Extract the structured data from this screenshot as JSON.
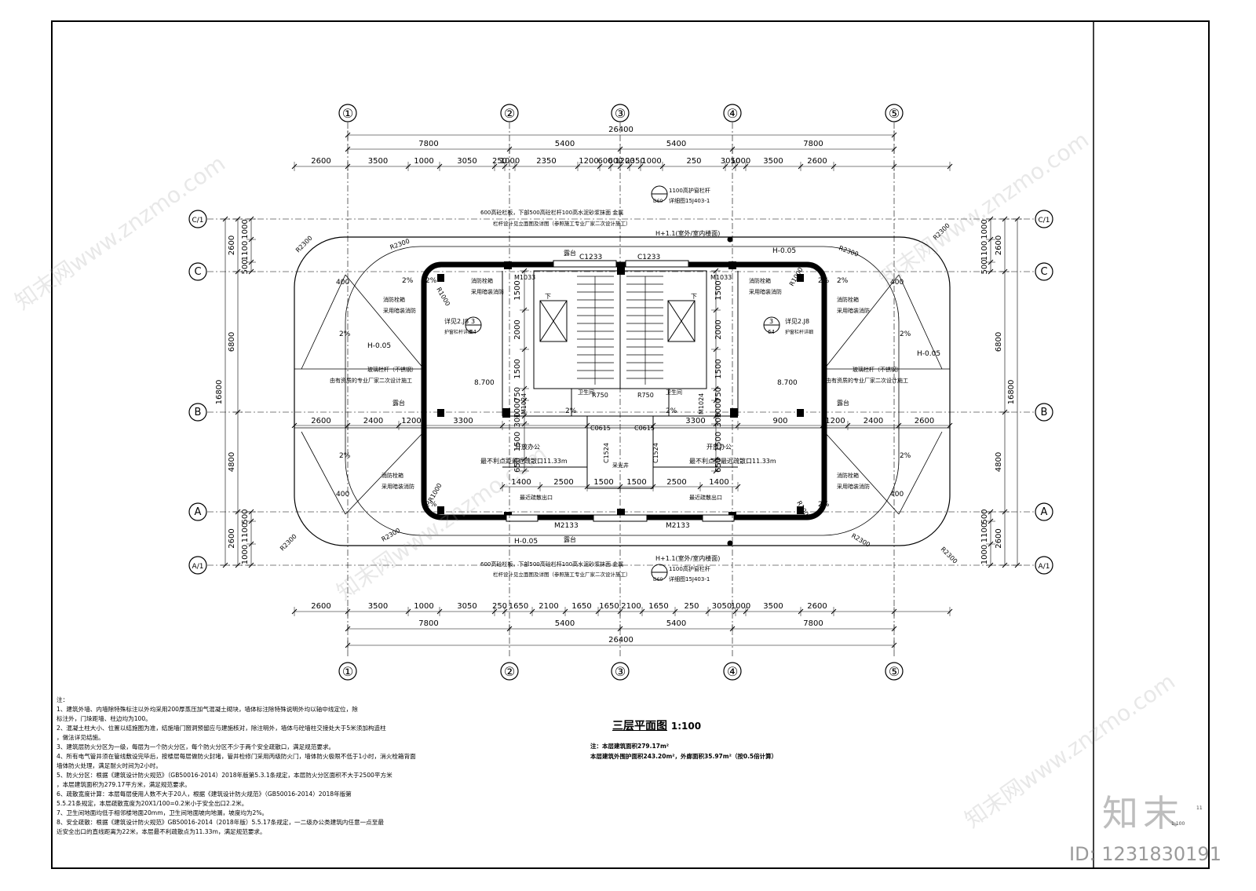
{
  "grid": {
    "vertical": [
      "①",
      "②",
      "③",
      "④",
      "⑤"
    ],
    "horizontal": [
      "C/1",
      "C",
      "B",
      "A",
      "A/1"
    ]
  },
  "dims": {
    "top_total": "26400",
    "top_bays": [
      "7800",
      "5400",
      "5400",
      "7800"
    ],
    "top_detail": [
      "2600",
      "3500",
      "1000",
      "3050",
      "250",
      "1000",
      "2350",
      "1200",
      "600",
      "600",
      "1200",
      "2350",
      "1000",
      "250",
      "3050",
      "1000",
      "3500",
      "2600"
    ],
    "top_250": [
      "250",
      "250"
    ],
    "bot_total": "26400",
    "bot_bays": [
      "7800",
      "5400",
      "5400",
      "7800"
    ],
    "bot_detail": [
      "2600",
      "3500",
      "1000",
      "3050",
      "250",
      "1650",
      "2100",
      "1650",
      "1650",
      "2100",
      "1650",
      "250",
      "3050",
      "1000",
      "3500",
      "2600"
    ],
    "mid_row": [
      "2600",
      "2400",
      "1200",
      "3300",
      "3300",
      "900",
      "1200",
      "2400",
      "2600"
    ],
    "lower_row": [
      "1400",
      "2500",
      "1500",
      "1500",
      "2500",
      "1400"
    ],
    "side_total": "16800",
    "side_outer": [
      "2600",
      "6800",
      "4800",
      "2600"
    ],
    "side_inner_top": [
      "1000",
      "1100",
      "500"
    ],
    "side_inner_bot": [
      "500",
      "1100",
      "1000"
    ],
    "core_vertical": [
      "1500",
      "2000",
      "1500",
      "750",
      "1000",
      "300",
      "1500",
      "650"
    ],
    "core_vertical_right": [
      "1500",
      "2000",
      "1500",
      "750",
      "1000",
      "300",
      "1500",
      "650"
    ]
  },
  "labels": {
    "windows": [
      "C1233",
      "C1233",
      "C0615",
      "C0615",
      "C1524",
      "C1524"
    ],
    "doors": [
      "M1033",
      "M1033",
      "M1024",
      "M1024",
      "M2133",
      "M2133"
    ],
    "radii": [
      "R2300",
      "R2300",
      "R2300",
      "R2300",
      "R2300",
      "R2300",
      "R2300",
      "R2300",
      "R1000",
      "R1000",
      "R1000",
      "R1000",
      "R750",
      "R750"
    ],
    "elev_levels": [
      "H-0.05",
      "H-0.05",
      "H-0.05",
      "H-0.05",
      "H+1.1(室外/室内楼面)",
      "H+1.1(室外/室内楼面)"
    ],
    "floor_level": [
      "8.700",
      "8.700"
    ],
    "slope": [
      "2%",
      "2%",
      "2%",
      "2%",
      "2%",
      "2%",
      "2%",
      "2%",
      "2%",
      "2%",
      "2%",
      "2%"
    ],
    "ref_400": [
      "400",
      "400",
      "400",
      "400"
    ],
    "detail_ref": [
      "3",
      "3"
    ],
    "detail_sheet": [
      "64",
      "64"
    ],
    "detail_note": [
      "详见2.J8",
      "详见2.J8"
    ],
    "detail_sub": [
      "护窗栏杆详细",
      "护窗栏杆详细"
    ],
    "rail_note_top": "600高砼栏板，下部500高砼栏杆100高水泥砂浆抹面 金属",
    "rail_note_top2": "栏杆设计见立面图及详图（参照施工专业厂家二次设计施工）",
    "rail_note_bot": "600高砼栏板，下部500高砼栏杆100高水泥砂浆抹面 金属",
    "rail_note_bot2": "栏杆设计见立面图及详图（参照施工专业厂家二次设计施工）",
    "railing_ref": [
      "1100高护窗栏杆",
      "1100高护窗栏杆"
    ],
    "railing_std": [
      "详细图15J403-1",
      "详细图15J403-1"
    ],
    "railing_sheet": [
      "D60",
      "D60"
    ],
    "glass_rail": [
      "玻璃栏杆（不锈钢）",
      "玻璃栏杆（不锈钢）"
    ],
    "glass_rail2": [
      "由有资质的专业厂家二次设计施工",
      "由有资质的专业厂家二次设计施工"
    ],
    "balcony": [
      "露台",
      "露台",
      "露台",
      "露台"
    ],
    "hall": [
      "开放办公",
      "开放办公"
    ],
    "distance": [
      "最不利点距最近疏散口11.33m",
      "最不利点距最近疏散口11.33m"
    ],
    "hydrant": [
      "消防栓箱",
      "消防栓箱",
      "消防栓箱",
      "消防栓箱",
      "消防栓箱",
      "消防栓箱"
    ],
    "hydrant_sub": [
      "采用暗装消防",
      "采用暗装消防",
      "采用暗装消防",
      "采用暗装消防",
      "采用暗装消防",
      "采用暗装消防"
    ],
    "toilet": [
      "卫生间",
      "卫生间"
    ],
    "shaft": "采光井",
    "stair_down": [
      "下",
      "下"
    ],
    "fire_exit": [
      "最近疏散出口",
      "最近疏散出口"
    ]
  },
  "title": {
    "name": "三层平面图",
    "scale": "1:100"
  },
  "area_info": {
    "line1": "注：本层建筑面积279.17m²",
    "line2": "本层建筑外围护面积243.20m²，外廊面积35.97m²（按0.5倍计算）"
  },
  "notes": [
    "注：",
    "1、建筑外墙、内墙除特殊标注以外均采用200厚蒸压加气混凝土砌块，墙体标注除特殊说明外均以轴中线定位，除",
    "   标注外，门垛距墙、柱边均为100。",
    "2、混凝土柱大小、位置以结施图为准，结施墙门窗洞预留应与建施核对，除注明外，墙体与砼墙柱交接处大于5米须加构造柱",
    "   ，做法详见结施。",
    "3、建筑层防火分区为一级，每层为一个防火分区，每个防火分区不少于两个安全疏散口，满足规范要求。",
    "4、所有电气管井须在管线敷设完毕后，按楼层每层做防火封堵，管井检修门采用丙级防火门，墙体防火极限不低于1小时，消火栓箱背面",
    "   墙体防火处理，满足耐火时间为2小时。",
    "5、防火分区：根据《建筑设计防火规范》（GB50016-2014）2018年版第5.3.1条规定，本层防火分区面积不大于2500平方米",
    "   ，本层建筑面积为279.17平方米，满足规范要求。",
    "6、疏散宽度计算：本层每层使用人数不大于20人，根据《建筑设计防火规范》（GB50016-2014）2018年版第",
    "   5.5.21条规定，本层疏散宽度为20X1/100=0.2米小于安全出口2.2米。",
    "7、卫生间地面均低于相邻楼地面20mm，卫生间地面坡向地漏，坡度均为2%。",
    "8、安全疏散：根据《建筑设计防火规范》GB50016-2014（2018年版）5.5.17条规定，一二级办公类建筑内任意一点至最",
    "   近安全出口的直线距离为22米，本层最不利疏散点为11.33m，满足规范要求。"
  ],
  "watermark": {
    "logo": "知末",
    "id": "ID: 1231830191",
    "site": "知末网www.znzmo.com",
    "corner_small": "1:100",
    "corner_tiny": "11"
  }
}
